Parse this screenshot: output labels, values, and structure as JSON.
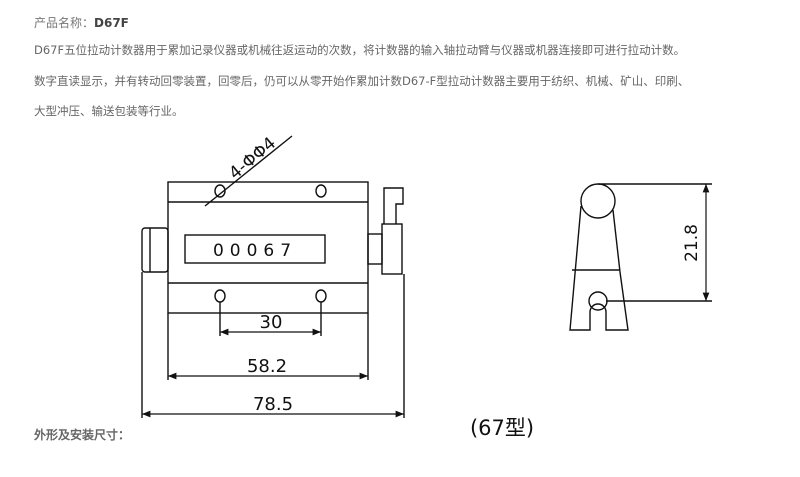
{
  "product": {
    "name_label": "产品名称：",
    "name_value": "D67F"
  },
  "description": [
    "D67F五位拉动计数器用于累加记录仪器或机械往返运动的次数，将计数器的输入轴拉动臂与仪器或机器连接即可进行拉动计数。",
    "数字直读显示，并有转动回零装置，回零后，仍可以从零开始作累加计数D67-F型拉动计数器主要用于纺织、机械、矿山、印刷、",
    "大型冲压、输送包装等行业。"
  ],
  "drawing": {
    "counter_display": "00067",
    "hole_callout": "4-ΦΦ4",
    "dim_hole_spacing": "30",
    "dim_body_width": "58.2",
    "dim_overall_width": "78.5",
    "dim_arm_height": "21.8",
    "model_label": "(67型)"
  },
  "footer": {
    "section_label": "外形及安装尺寸："
  }
}
